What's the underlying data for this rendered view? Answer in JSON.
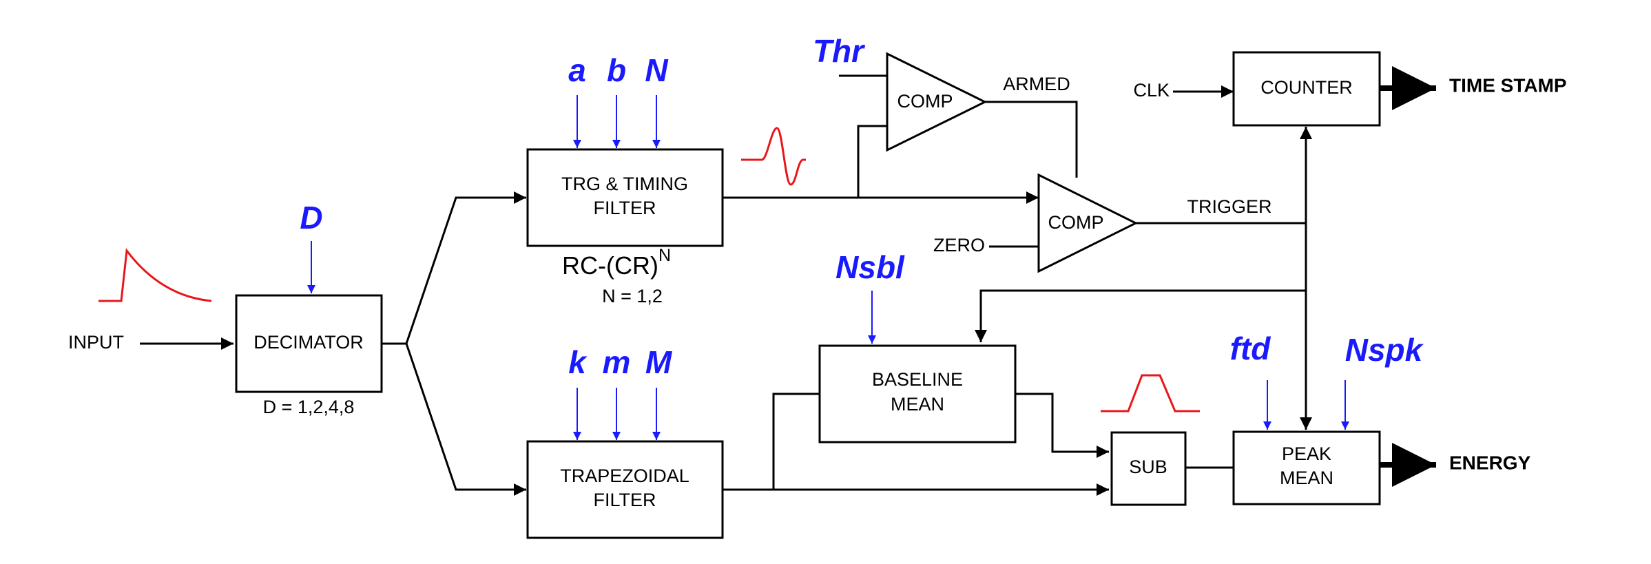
{
  "colors": {
    "parameter": "#1a1aff",
    "signal_sketch": "#e8161b",
    "line": "#000000"
  },
  "labels": {
    "input": "INPUT",
    "decimator": "DECIMATOR",
    "decimator_note": "D = 1,2,4,8",
    "trg_line1": "TRG & TIMING",
    "trg_line2": "FILTER",
    "rc_cr": "RC-(CR)",
    "rc_cr_exp": "N",
    "n_note": "N = 1,2",
    "trap_line1": "TRAPEZOIDAL",
    "trap_line2": "FILTER",
    "comp_armed": "COMP",
    "comp_trigger": "COMP",
    "armed": "ARMED",
    "zero": "ZERO",
    "trigger": "TRIGGER",
    "clk": "CLK",
    "counter": "COUNTER",
    "time_stamp": "TIME STAMP",
    "baseline_line1": "BASELINE",
    "baseline_line2": "MEAN",
    "sub": "SUB",
    "peak_line1": "PEAK",
    "peak_line2": "MEAN",
    "energy": "ENERGY"
  },
  "params": {
    "d": "D",
    "a": "a",
    "b": "b",
    "n": "N",
    "thr": "Thr",
    "nsbl": "Nsbl",
    "k": "k",
    "m": "m",
    "M": "M",
    "ftd": "ftd",
    "nspk": "Nspk"
  }
}
